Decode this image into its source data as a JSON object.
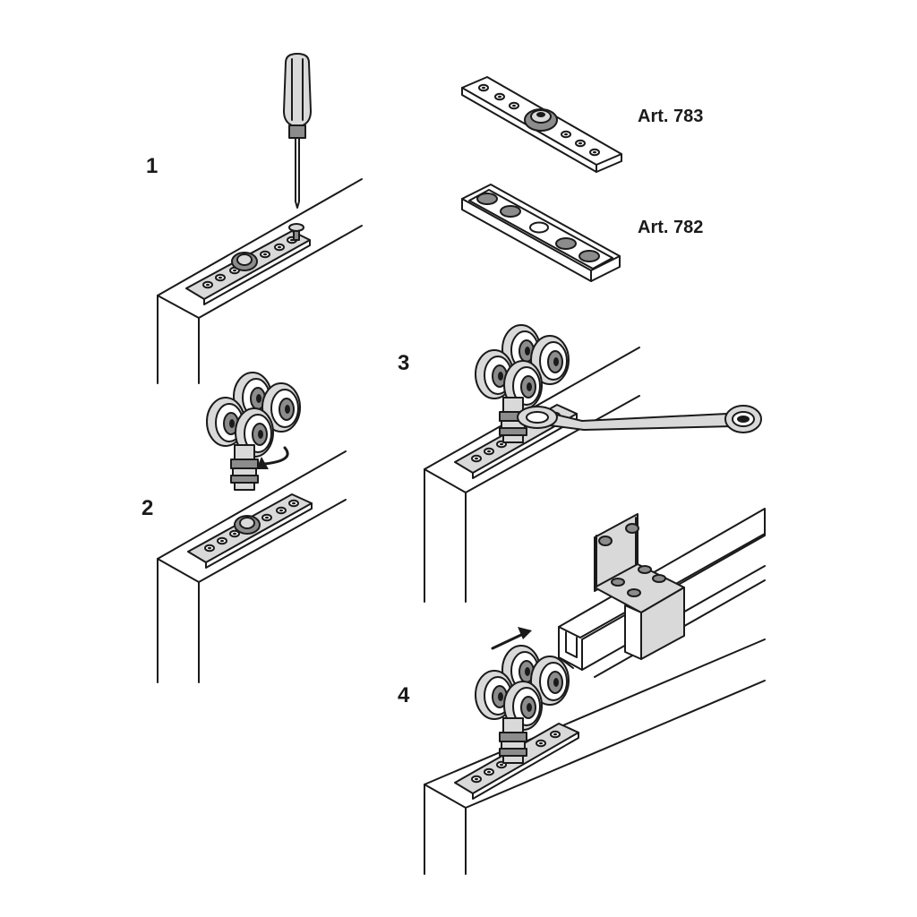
{
  "steps": {
    "step1": "1",
    "step2": "2",
    "step3": "3",
    "step4": "4"
  },
  "parts": {
    "art783": "Art. 783",
    "art782": "Art. 782"
  },
  "colors": {
    "line": "#1a1a1a",
    "fill_light": "#d9d9d9",
    "fill_dark": "#8c8c8c",
    "background": "#ffffff"
  }
}
